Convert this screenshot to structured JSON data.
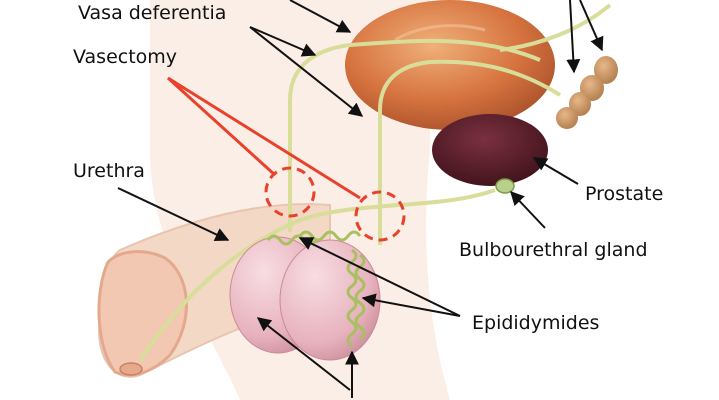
{
  "labels": {
    "vasa_deferentia": "Vasa deferentia",
    "vasectomy": "Vasectomy",
    "urethra": "Urethra",
    "prostate": "Prostate",
    "bulbourethral_gland": "Bulbourethral gland",
    "epididymides": "Epididymides"
  },
  "colors": {
    "vas_tube": "#d9dd9a",
    "vasectomy_marker": "#e8412c",
    "bladder": "#d97a45",
    "prostate": "#5a1f2a",
    "testis": "#eab8c2",
    "epididymis": "#a9c060",
    "skin": "#f3d8c6"
  }
}
